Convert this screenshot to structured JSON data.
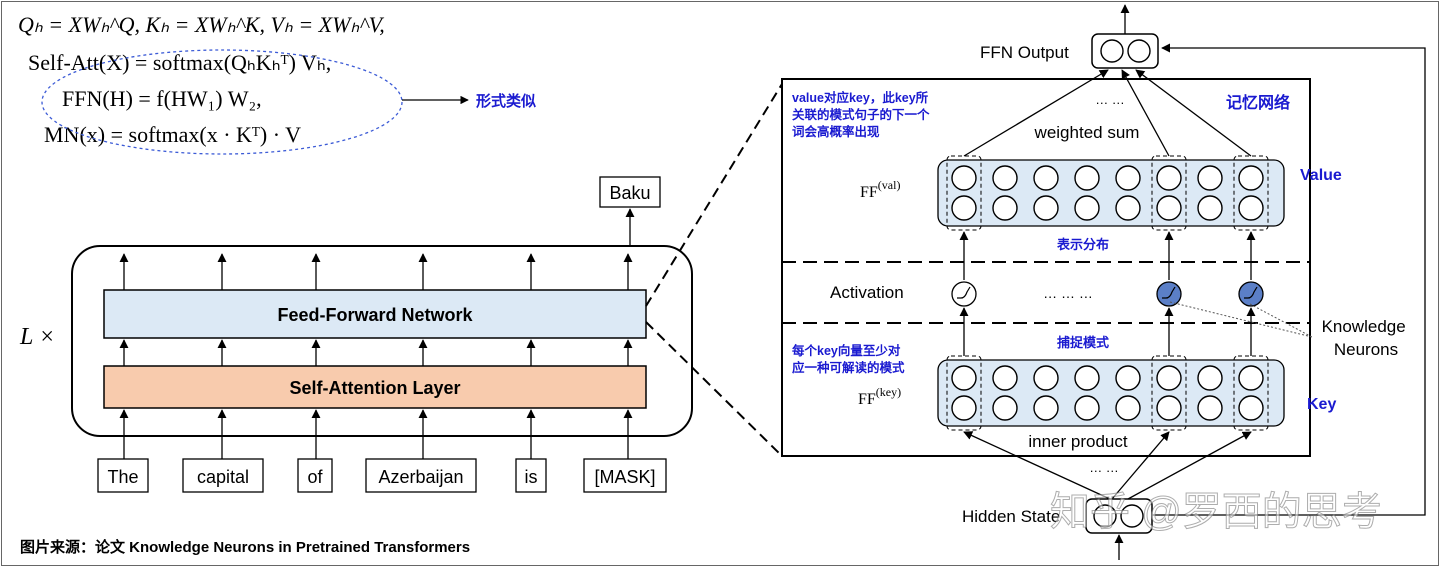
{
  "formulas": {
    "attention_proj": "Qₕ = XWₕ^Q, Kₕ = XWₕ^K, Vₕ = XWₕ^V,",
    "self_att": "Self-Att(X) = softmax(QₕKₕᵀ) Vₕ,",
    "ffn": "FFN(H) = f(HW₁) W₂,",
    "mn": "MN(x) = softmax(x · Kᵀ) · V"
  },
  "annotation_similar": "形式类似",
  "left_model": {
    "repeat_label": "L ×",
    "ffn_label": "Feed-Forward Network",
    "attention_label": "Self-Attention Layer",
    "output_token": "Baku",
    "input_tokens": [
      "The",
      "capital",
      "of",
      "Azerbaijan",
      "is",
      "[MASK]"
    ]
  },
  "right_model": {
    "ffn_output": "FFN Output",
    "dots_top": "… …",
    "weighted_sum": "weighted sum",
    "memory_network": "记忆网络",
    "value_note": "value对应key，此key所关联的模式句子的下一个词会高概率出现",
    "value_note_lines": [
      "value对应key，此key所",
      "关联的模式句子的下一个",
      "词会高概率出现"
    ],
    "ff_val": "FF",
    "ff_val_sup": "(val)",
    "value_label": "Value",
    "repr_dist": "表示分布",
    "activation": "Activation",
    "dots_mid": "… … …",
    "capture_pattern": "捕捉模式",
    "key_note_lines": [
      "每个key向量至少对",
      "应一种可解读的模式"
    ],
    "ff_key": "FF",
    "ff_key_sup": "(key)",
    "key_label": "Key",
    "inner_product": "inner product",
    "dots_bottom": "… …",
    "hidden_state": "Hidden State",
    "knowledge_neurons": [
      "Knowledge",
      "Neurons"
    ]
  },
  "watermark": "知乎 @罗西的思考",
  "source_caption": "图片来源：论文 Knowledge Neurons in Pretrained Transformers",
  "colors": {
    "ffn_fill": "#dce9f5",
    "attention_fill": "#f8cbad",
    "neuron_panel_fill": "#dce9f5",
    "activated_fill": "#5b7fc7",
    "annotation_blue": "#1a1ad0",
    "ellipse_stroke": "#3c5bd6"
  }
}
